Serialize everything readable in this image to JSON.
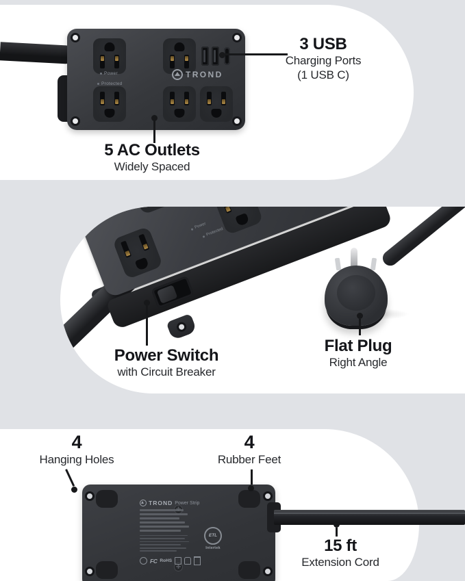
{
  "colors": {
    "background": "#e0e2e6",
    "panel": "#ffffff",
    "text_primary": "#141519",
    "text_secondary": "#26282c",
    "device_body": "#3a3c41",
    "device_dark": "#1c1d20",
    "brass_contact": "#c39a4e",
    "label_text": "#9ba0a7"
  },
  "front_view": {
    "usb_callout": {
      "title": "3 USB",
      "line1": "Charging Ports",
      "line2": "(1 USB C)"
    },
    "outlets_callout": {
      "title": "5 AC Outlets",
      "line1": "Widely Spaced"
    },
    "device": {
      "brand": "TROND",
      "power_led": "Power",
      "protected_led": "Protected"
    }
  },
  "angled_view": {
    "switch_callout": {
      "title": "Power Switch",
      "line1": "with Circuit Breaker"
    },
    "plug_callout": {
      "title": "Flat Plug",
      "line1": "Right Angle"
    },
    "device": {
      "power_led": "Power",
      "protected_led": "Protected"
    }
  },
  "back_view": {
    "holes_callout": {
      "count": "4",
      "label": "Hanging Holes"
    },
    "feet_callout": {
      "count": "4",
      "label": "Rubber Feet"
    },
    "cord_callout": {
      "title": "15 ft",
      "line1": "Extension Cord"
    },
    "label": {
      "brand": "TROND",
      "product": "Power Strip",
      "etl": "ETL",
      "intertek": "Intertek",
      "fcc": "FC",
      "rohs": "RoHS"
    }
  }
}
